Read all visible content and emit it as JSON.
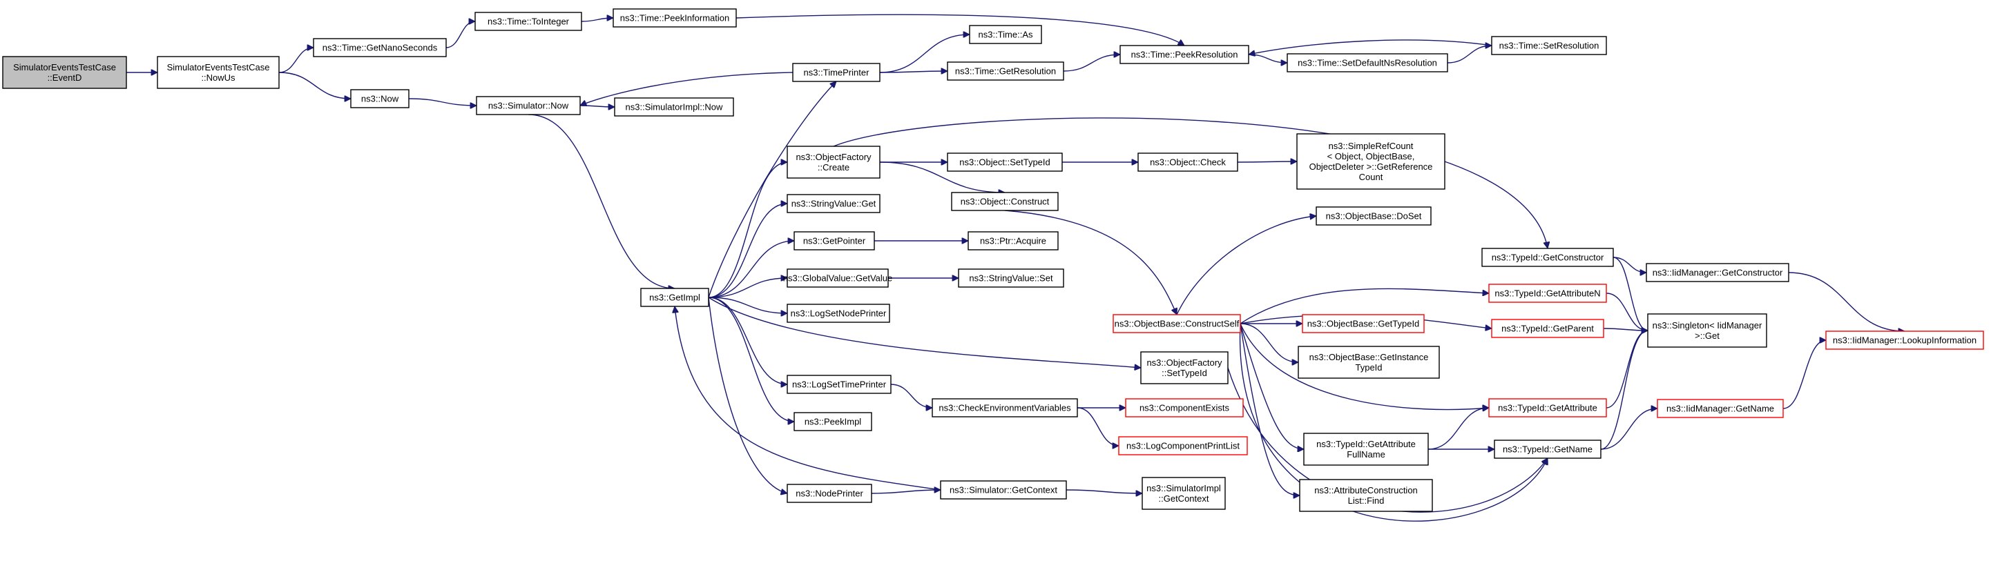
{
  "nodes": {
    "evD": {
      "lines": [
        "SimulatorEventsTestCase",
        "::EventD"
      ],
      "root": true
    },
    "nowUs": {
      "lines": [
        "SimulatorEventsTestCase",
        "::NowUs"
      ]
    },
    "getNano": {
      "lines": [
        "ns3::Time::GetNanoSeconds"
      ]
    },
    "toInt": {
      "lines": [
        "ns3::Time::ToInteger"
      ]
    },
    "peekInfo": {
      "lines": [
        "ns3::Time::PeekInformation"
      ]
    },
    "now": {
      "lines": [
        "ns3::Now"
      ]
    },
    "simNow": {
      "lines": [
        "ns3::Simulator::Now"
      ]
    },
    "implNow": {
      "lines": [
        "ns3::SimulatorImpl::Now"
      ]
    },
    "timePrinter": {
      "lines": [
        "ns3::TimePrinter"
      ]
    },
    "as": {
      "lines": [
        "ns3::Time::As"
      ]
    },
    "getRes": {
      "lines": [
        "ns3::Time::GetResolution"
      ]
    },
    "peekRes": {
      "lines": [
        "ns3::Time::PeekResolution"
      ]
    },
    "setDef": {
      "lines": [
        "ns3::Time::SetDefaultNsResolution"
      ]
    },
    "setRes": {
      "lines": [
        "ns3::Time::SetResolution"
      ]
    },
    "getImpl": {
      "lines": [
        "ns3::GetImpl"
      ]
    },
    "ofCreate": {
      "lines": [
        "ns3::ObjectFactory",
        "::Create"
      ]
    },
    "strGet": {
      "lines": [
        "ns3::StringValue::Get"
      ]
    },
    "getPtr": {
      "lines": [
        "ns3::GetPointer"
      ]
    },
    "gvGet": {
      "lines": [
        "ns3::GlobalValue::GetValue"
      ]
    },
    "logNode": {
      "lines": [
        "ns3::LogSetNodePrinter"
      ]
    },
    "logTime": {
      "lines": [
        "ns3::LogSetTimePrinter"
      ]
    },
    "peekImpl": {
      "lines": [
        "ns3::PeekImpl"
      ]
    },
    "nodePrinter": {
      "lines": [
        "ns3::NodePrinter"
      ]
    },
    "setTid": {
      "lines": [
        "ns3::Object::SetTypeId"
      ]
    },
    "objConstruct": {
      "lines": [
        "ns3::Object::Construct"
      ]
    },
    "acquire": {
      "lines": [
        "ns3::Ptr::Acquire"
      ]
    },
    "strSet": {
      "lines": [
        "ns3::StringValue::Set"
      ]
    },
    "checkEnv": {
      "lines": [
        "ns3::CheckEnvironmentVariables"
      ]
    },
    "simCtx": {
      "lines": [
        "ns3::Simulator::GetContext"
      ]
    },
    "objCheck": {
      "lines": [
        "ns3::Object::Check"
      ]
    },
    "srcGet": {
      "lines": [
        "ns3::SimpleRefCount",
        "< Object, ObjectBase,",
        "ObjectDeleter >::GetReference",
        "Count"
      ]
    },
    "doSet": {
      "lines": [
        "ns3::ObjectBase::DoSet"
      ]
    },
    "constructSelf": {
      "lines": [
        "ns3::ObjectBase::ConstructSelf"
      ],
      "red": true
    },
    "obGetTid": {
      "lines": [
        "ns3::ObjectBase::GetTypeId"
      ],
      "red": true
    },
    "obGetInst": {
      "lines": [
        "ns3::ObjectBase::GetInstance",
        "TypeId"
      ]
    },
    "ofSetTid": {
      "lines": [
        "ns3::ObjectFactory",
        "::SetTypeId"
      ]
    },
    "compExists": {
      "lines": [
        "ns3::ComponentExists"
      ],
      "red": true
    },
    "logCompList": {
      "lines": [
        "ns3::LogComponentPrintList"
      ],
      "red": true
    },
    "tidAttrFull": {
      "lines": [
        "ns3::TypeId::GetAttribute",
        "FullName"
      ]
    },
    "acList": {
      "lines": [
        "ns3::AttributeConstruction",
        "List::Find"
      ]
    },
    "simImplCtx": {
      "lines": [
        "ns3::SimulatorImpl",
        "::GetContext"
      ]
    },
    "tidGetCtor": {
      "lines": [
        "ns3::TypeId::GetConstructor"
      ]
    },
    "tidGetAttrN": {
      "lines": [
        "ns3::TypeId::GetAttributeN"
      ],
      "red": true
    },
    "tidGetParent": {
      "lines": [
        "ns3::TypeId::GetParent"
      ],
      "red": true
    },
    "tidGetAttr": {
      "lines": [
        "ns3::TypeId::GetAttribute"
      ],
      "red": true
    },
    "tidGetName": {
      "lines": [
        "ns3::TypeId::GetName"
      ]
    },
    "iidGetCtor": {
      "lines": [
        "ns3::IidManager::GetConstructor"
      ]
    },
    "singleton": {
      "lines": [
        "ns3::Singleton< IidManager",
        ">::Get"
      ]
    },
    "iidGetName": {
      "lines": [
        "ns3::IidManager::GetName"
      ],
      "red": true
    },
    "iidLookup": {
      "lines": [
        "ns3::IidManager::LookupInformation"
      ],
      "red": true
    }
  }
}
